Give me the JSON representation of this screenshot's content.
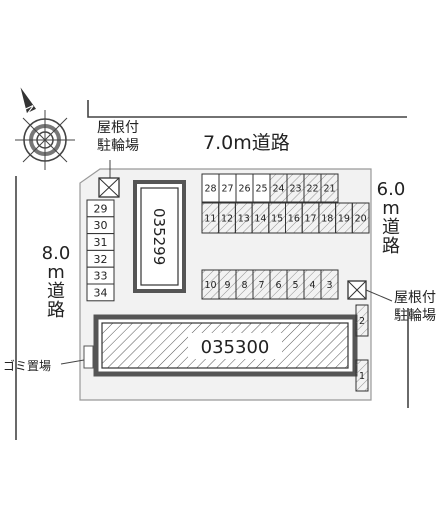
{
  "map": {
    "road_top": "7.0m道路",
    "road_left": [
      "8.0",
      "m",
      "道",
      "路"
    ],
    "road_right": [
      "6.0",
      "m",
      "道",
      "路"
    ],
    "bicycle_top": [
      "屋根付",
      "駐輪場"
    ],
    "bicycle_right": [
      "屋根付",
      "駐輪場"
    ],
    "garbage": "ゴミ置場",
    "building_main": "035300",
    "building_annex": "035299",
    "spaces_left_column": [
      "29",
      "30",
      "31",
      "32",
      "33",
      "34"
    ],
    "spaces_top_row": [
      "28",
      "27",
      "26",
      "25",
      "24",
      "23",
      "22",
      "21"
    ],
    "spaces_top_row_hatched": [
      "24",
      "23",
      "22",
      "21"
    ],
    "spaces_second_row": [
      "11",
      "12",
      "13",
      "14",
      "15",
      "16",
      "17",
      "18",
      "19",
      "20"
    ],
    "spaces_second_row_hatched": [
      "11",
      "12",
      "13",
      "14",
      "15",
      "16",
      "17",
      "18",
      "19",
      "20"
    ],
    "spaces_bottom_row": [
      "10",
      "9",
      "8",
      "7",
      "6",
      "5",
      "4",
      "3"
    ],
    "spaces_bottom_row_hatched": [
      "10",
      "9",
      "8",
      "7",
      "6",
      "5",
      "4",
      "3"
    ],
    "spaces_right_column": [
      "2",
      "1"
    ],
    "compass_letter": "N"
  }
}
